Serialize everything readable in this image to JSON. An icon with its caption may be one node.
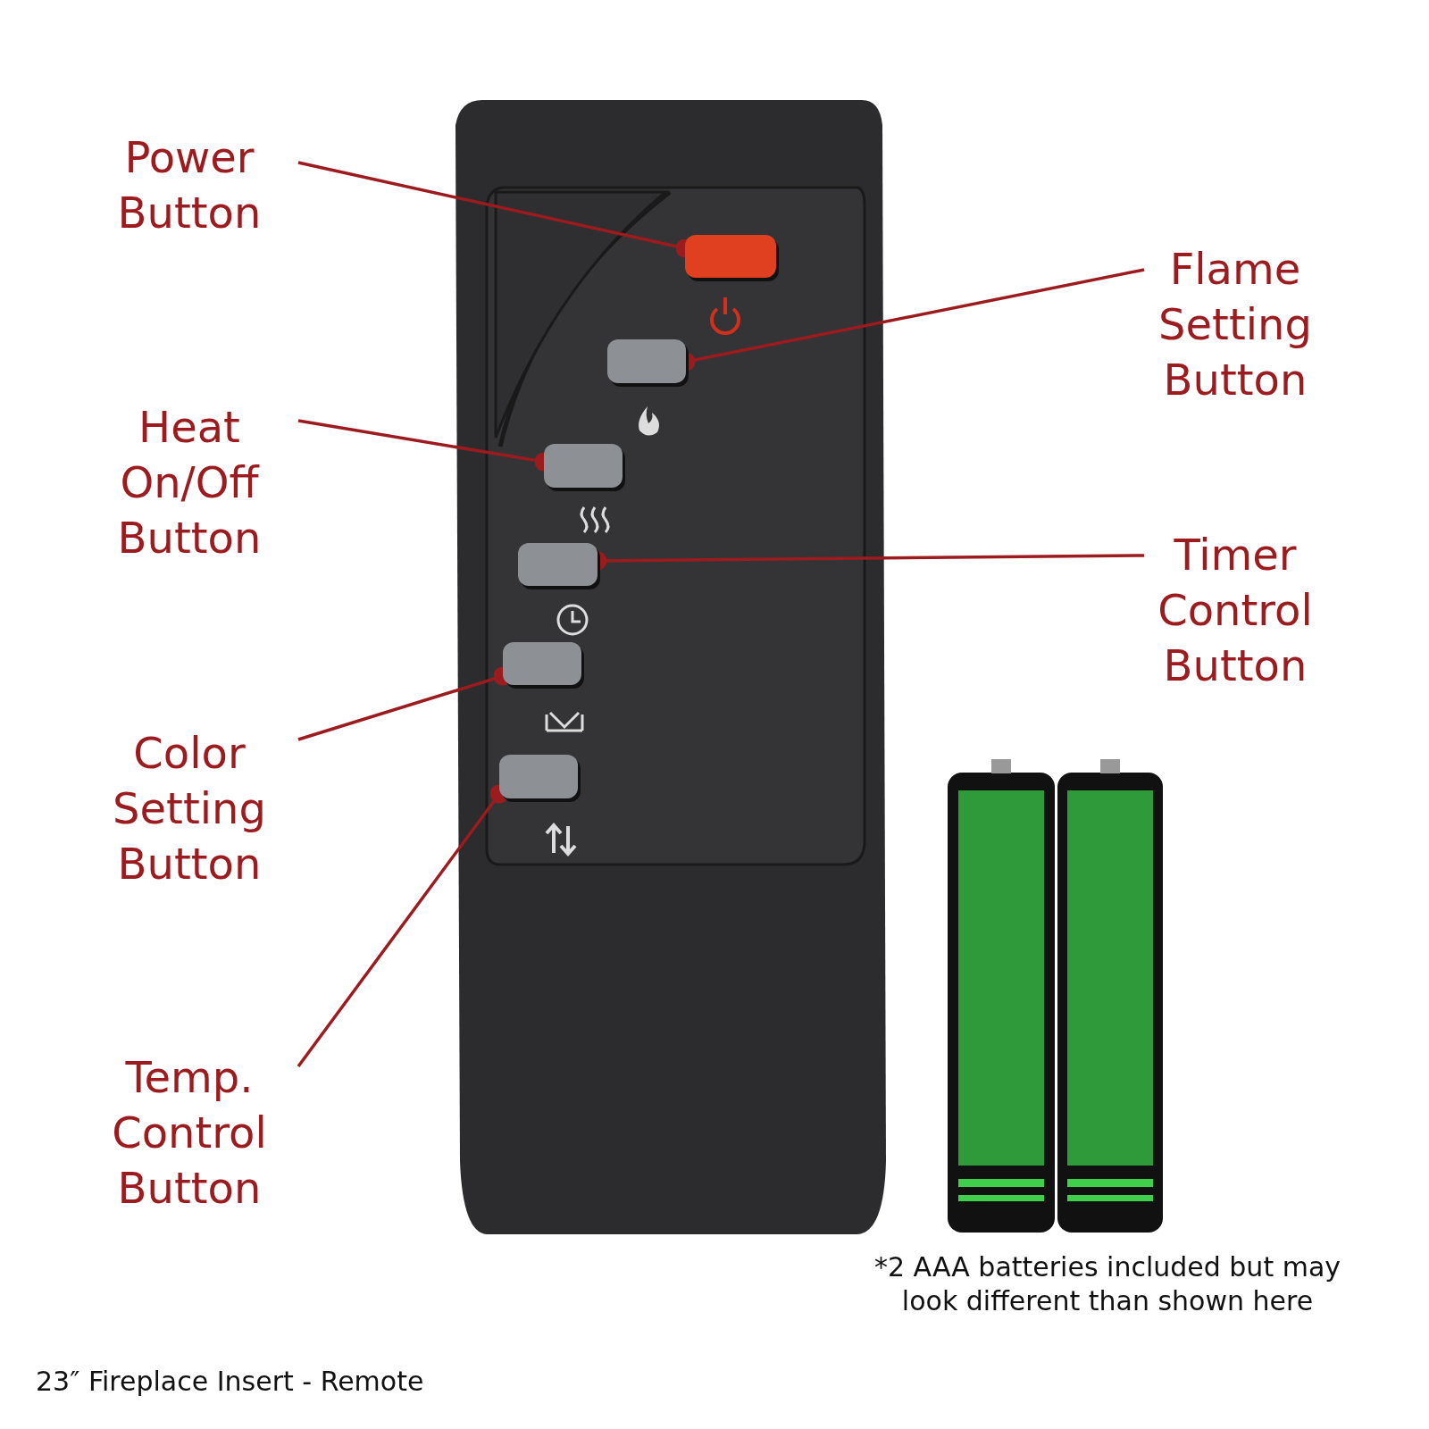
{
  "diagram": {
    "caption": "23″ Fireplace Insert - Remote",
    "nodes": [
      {
        "text": [
          "Power Button"
        ]
      },
      {
        "text": [],
        "shape": "box"
      },
      {
        "text": [
          "Flame Setting Button"
        ]
      },
      {
        "text": [],
        "shape": "box"
      },
      {
        "text": [
          "Heat On/Off Button"
        ]
      },
      {
        "text": [],
        "shape": "box"
      },
      {
        "text": [
          "Timer Control Button"
        ]
      },
      {
        "text": [],
        "shape": "box"
      },
      {
        "text": [
          "Color Setting Button"
        ]
      },
      {
        "text": [],
        "shape": "box"
      },
      {
        "text": [
          "Temp. Control Button"
        ]
      },
      {
        "text": [],
        "shape": "box"
      }
    ],
    "edges": [
      {
        "from": 0,
        "to": 1,
        "arrow": "other"
      },
      {
        "from": 2,
        "to": 3,
        "arrow": "other"
      },
      {
        "from": 4,
        "to": 5,
        "arrow": "other"
      },
      {
        "from": 6,
        "to": 7,
        "arrow": "other"
      },
      {
        "from": 8,
        "to": 9,
        "arrow": "other"
      },
      {
        "from": 10,
        "to": 11,
        "arrow": "other"
      }
    ],
    "labels": [
      "*2 AAA batteries included but may look different than shown here"
    ]
  }
}
